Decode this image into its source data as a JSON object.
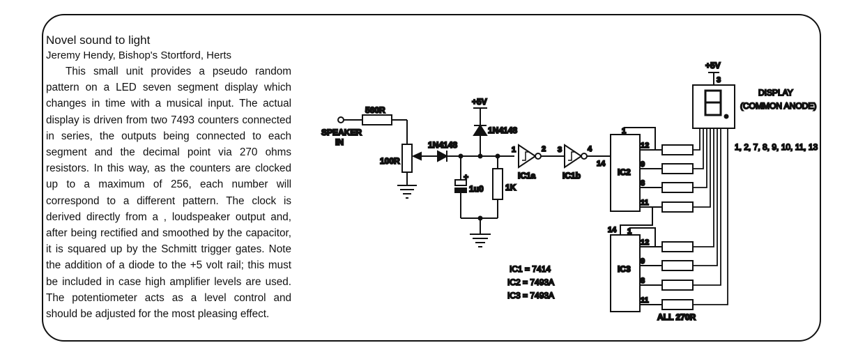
{
  "article": {
    "title": "Novel sound to light",
    "author": "Jeremy Hendy, Bishop's Stortford, Herts",
    "body": "This small unit provides a pseudo random pattern on a LED seven segment display which changes in time with a musical input. The actual display is driven from two 7493 counters connected in series, the outputs being connected to each segment and the decimal point via 270 ohms resistors. In this way, as the counters are clocked up to a maximum of 256, each number will correspond to a different pattern. The clock is derived directly from a , loudspeaker output and, after being rectified and smoothed by the capacitor, it is squared up by the Schmitt trigger gates. Note the addition of a diode to the +5 volt rail; this must be included in case high amplifier levels are used. The potentiometer acts as a level control and should be adjusted for the most pleasing effect."
  },
  "schematic": {
    "speaker_label_1": "SPEAKER",
    "speaker_label_2": "IN",
    "r_560": "560R",
    "pot": "100R",
    "diode_series": "1N4148",
    "diode_rail": "1N4148",
    "supply_1": "+5V",
    "supply_2": "+5V",
    "cap": "1u0",
    "cap_plus": "+",
    "r_1k": "1K",
    "gate_a": "IC1a",
    "gate_b": "IC1b",
    "pin_1": "1",
    "pin_2": "2",
    "pin_3": "3",
    "pin_4": "4",
    "pin_14_ic2": "14",
    "pin_14_ic3": "14",
    "ic2": "IC2",
    "ic3": "IC3",
    "ic2_pins": [
      "1",
      "12",
      "9",
      "8",
      "11"
    ],
    "ic3_pins": [
      "1",
      "12",
      "9",
      "8",
      "11"
    ],
    "display_pin_3": "3",
    "display_title": "DISPLAY",
    "display_sub": "(COMMON ANODE)",
    "display_pins": "1, 2, 7, 8, 9, 10, 11, 13",
    "resistors_note": "ALL 270R",
    "ic_list": [
      "IC1 = 7414",
      "IC2 = 7493A",
      "IC3 = 7493A"
    ]
  }
}
